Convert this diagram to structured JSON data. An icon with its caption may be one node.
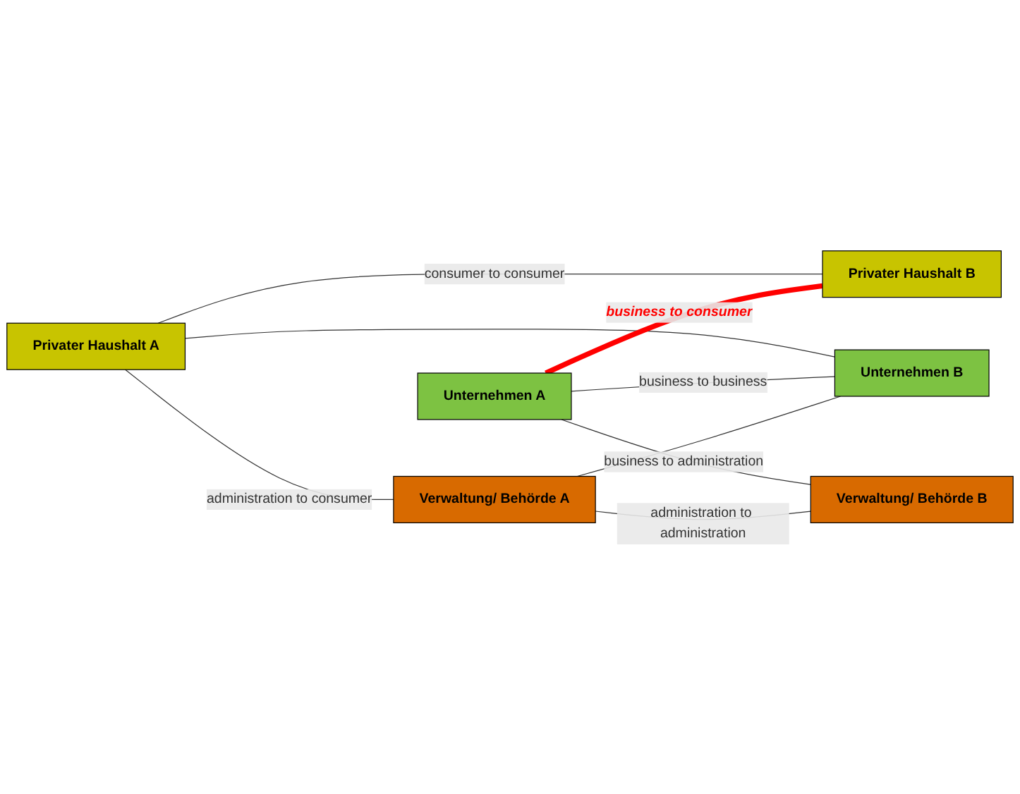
{
  "diagram": {
    "nodes": [
      {
        "text": [
          "Privater Haushalt A"
        ]
      },
      {
        "text": [
          "Privater Haushalt B"
        ]
      },
      {
        "text": [
          "Unternehmen A"
        ]
      },
      {
        "text": [
          "Unternehmen B"
        ]
      },
      {
        "text": [
          "Verwaltung/ Behörde A"
        ]
      },
      {
        "text": [
          "Verwaltung/ Behörde B"
        ]
      }
    ],
    "edges": [
      {
        "from": 0,
        "to": 1,
        "arrow": "none",
        "label": "consumer to consumer"
      },
      {
        "from": 0,
        "to": 3,
        "arrow": "none"
      },
      {
        "from": 2,
        "to": 1,
        "arrow": "none",
        "label": "business to consumer",
        "style": "thick",
        "color": "#ff0000"
      },
      {
        "from": 2,
        "to": 3,
        "arrow": "none",
        "label": "business to business"
      },
      {
        "from": 2,
        "to": 5,
        "arrow": "none",
        "label": "business to administration"
      },
      {
        "from": 4,
        "to": 3,
        "arrow": "none"
      },
      {
        "from": 4,
        "to": 5,
        "arrow": "none",
        "label": "administration to administration"
      },
      {
        "from": 0,
        "to": 4,
        "arrow": "none",
        "label": "administration to consumer"
      }
    ]
  }
}
